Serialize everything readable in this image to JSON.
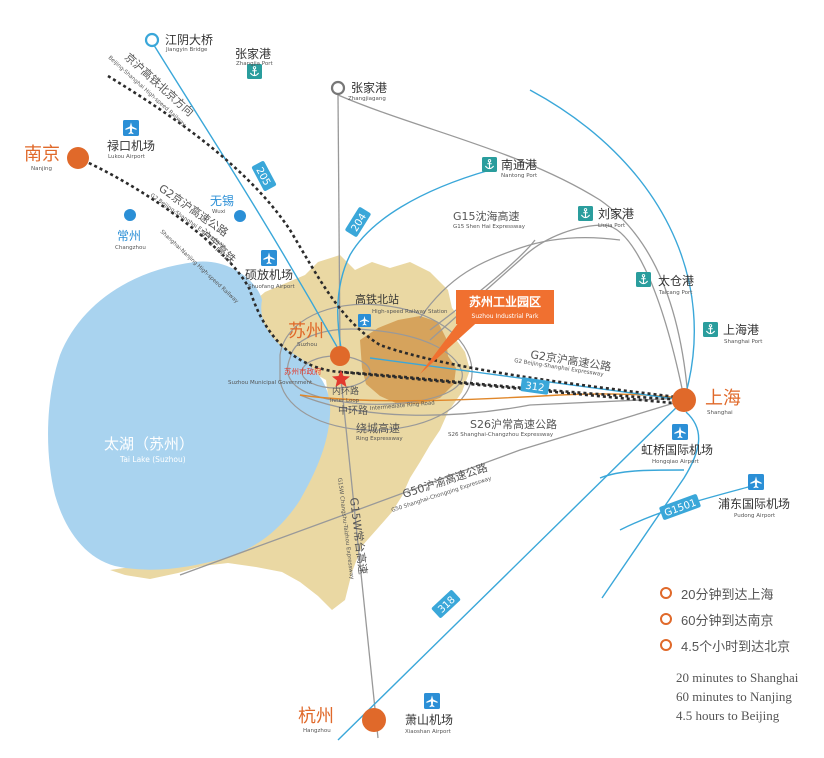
{
  "colors": {
    "land": "#ead8a3",
    "park": "#d6a35c",
    "lake": "#a9d3ef",
    "highway": "#999999",
    "expressway": "#3aa7d9",
    "railway": "#2b2b2b",
    "orange": "#e0692a",
    "port_teal": "#2a9d9d",
    "airport_blue": "#2b8fd6",
    "sgk_orange": "#f07030"
  },
  "cities": {
    "suzhou": {
      "cn": "苏州",
      "en": "Suzhou"
    },
    "nanjing": {
      "cn": "南京",
      "en": "Nanjing"
    },
    "shanghai": {
      "cn": "上海",
      "en": "Shanghai"
    },
    "hangzhou": {
      "cn": "杭州",
      "en": "Hangzhou"
    },
    "wuxi": {
      "cn": "无锡",
      "en": "Wuxi"
    },
    "changzhou": {
      "cn": "常州",
      "en": "Changzhou"
    }
  },
  "places": {
    "jiangyin_bridge": {
      "cn": "江阴大桥",
      "en": "Jiangyin Bridge"
    },
    "zhangjiagang": {
      "cn": "张家港",
      "en": "Zhangjiagang"
    },
    "zhangjia_port": {
      "cn": "张家港",
      "en": "Zhangjia Port"
    },
    "nantong_port": {
      "cn": "南通港",
      "en": "Nantong Port"
    },
    "liujia_port": {
      "cn": "刘家港",
      "en": "Liujia Port"
    },
    "taicang_port": {
      "cn": "太仓港",
      "en": "Taicang Port"
    },
    "shanghai_port": {
      "cn": "上海港",
      "en": "Shanghai Port"
    },
    "lukou_airport": {
      "cn": "禄口机场",
      "en": "Lukou Airport"
    },
    "shuofang_airport": {
      "cn": "硕放机场",
      "en": "Shuofang Airport"
    },
    "hongqiao_airport": {
      "cn": "虹桥国际机场",
      "en": "Hongqiao Airport"
    },
    "pudong_airport": {
      "cn": "浦东国际机场",
      "en": "Pudong Airport"
    },
    "xiaoshan_airport": {
      "cn": "萧山机场",
      "en": "Xiaoshan Airport"
    },
    "hsr_north": {
      "cn": "高铁北站",
      "en": "High-speed Railway Station"
    },
    "gov": {
      "cn": "苏州市政府",
      "en": "Suzhou Municipal Government"
    },
    "taihu": {
      "cn": "太湖（苏州）",
      "en": "Tai Lake (Suzhou)"
    },
    "sip": {
      "cn": "苏州工业园区",
      "en": "Suzhou Industrial Park"
    }
  },
  "roads": {
    "inner_loop": {
      "cn": "内环路",
      "en": "Inner Loop"
    },
    "mid_loop": {
      "cn": "中环路",
      "en": "Intermediate Ring Road"
    },
    "ring_exp": {
      "cn": "绕城高速",
      "en": "Ring Expressway"
    },
    "s26": {
      "cn": "S26沪常高速公路",
      "en": "S26 Shanghai-Changzhou Expressway"
    },
    "g50": {
      "cn": "G50沪渝高速公路",
      "en": "G50 Shanghai-Chongqing Expressway"
    },
    "g15": {
      "cn": "G15沈海高速",
      "en": "G15 Shen Hai Expressway"
    },
    "g15w": {
      "cn": "G15W常台高速",
      "en": "G15W Changshu-Taizhou Expressway"
    },
    "g2_west": {
      "cn": "G2京沪高速公路",
      "en": "G2 Beijing-Shanghai Expressway"
    },
    "g2_east": {
      "cn": "G2京沪高速公路",
      "en": "G2 Beijing-Shanghai Expressway"
    },
    "hsr_beijing": {
      "cn": "京沪高铁北京方向",
      "en": "Beijing-Shanghai High-speed Railway"
    },
    "hsr_huning": {
      "cn": "沪宁高铁",
      "en": "Shanghai-Nanjing High-speed Railway"
    },
    "r205": "205",
    "r204": "204",
    "r312": "312",
    "r318": "318",
    "g1501": "G1501"
  },
  "legend": {
    "items": [
      "20分钟到达上海",
      "60分钟到达南京",
      "4.5个小时到达北京"
    ],
    "en": [
      "20 minutes to Shanghai",
      "60 minutes  to Nanjing",
      "4.5 hours  to Beijing"
    ]
  }
}
